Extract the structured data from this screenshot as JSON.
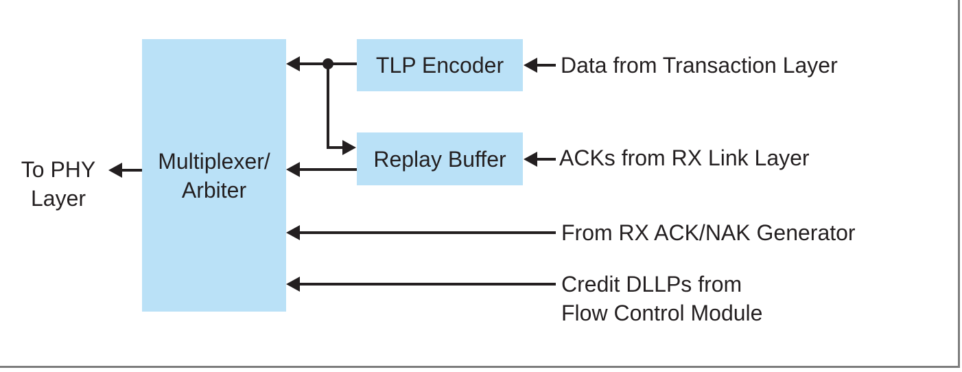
{
  "colors": {
    "box_fill": "#bae1f7",
    "line": "#231f20",
    "page_border": "#7d7d7d",
    "background": "#ffffff"
  },
  "nodes": {
    "multiplexer": {
      "line1": "Multiplexer/",
      "line2": "Arbiter"
    },
    "tlp_encoder": {
      "label": "TLP Encoder"
    },
    "replay_buffer": {
      "label": "Replay Buffer"
    }
  },
  "labels": {
    "to_phy": {
      "line1": "To PHY",
      "line2": "Layer"
    },
    "data_from_transaction": "Data from Transaction Layer",
    "acks_from_rx": "ACKs from RX Link Layer",
    "from_rx_acknak": "From RX ACK/NAK Generator",
    "credit_dllps": {
      "line1": "Credit DLLPs from",
      "line2": "Flow Control Module"
    }
  },
  "edges": [
    {
      "from": "Data from Transaction Layer",
      "to": "TLP Encoder"
    },
    {
      "from": "TLP Encoder",
      "to": "Multiplexer/Arbiter"
    },
    {
      "from": "TLP Encoder",
      "to": "Replay Buffer"
    },
    {
      "from": "ACKs from RX Link Layer",
      "to": "Replay Buffer"
    },
    {
      "from": "Replay Buffer",
      "to": "Multiplexer/Arbiter"
    },
    {
      "from": "From RX ACK/NAK Generator",
      "to": "Multiplexer/Arbiter"
    },
    {
      "from": "Credit DLLPs from Flow Control Module",
      "to": "Multiplexer/Arbiter"
    },
    {
      "from": "Multiplexer/Arbiter",
      "to": "To PHY Layer"
    }
  ]
}
